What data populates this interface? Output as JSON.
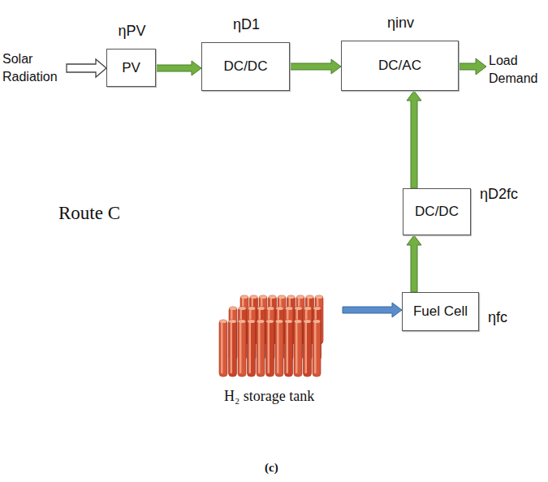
{
  "diagram": {
    "nodes": [
      {
        "text": [
          "PV",
          "ηPV"
        ]
      },
      {
        "text": [
          "DC/DC",
          "ηD1"
        ]
      },
      {
        "text": [
          "DC/AC",
          "ηinv"
        ]
      },
      {
        "text": [
          "DC/DC",
          "ηD2fc"
        ]
      },
      {
        "text": [
          "Fuel Cell",
          "ηfc"
        ]
      },
      {
        "text": [
          "H₂ storage tank"
        ]
      }
    ],
    "edges": [
      {
        "from": 0,
        "to": 1,
        "arrow": "to"
      },
      {
        "from": 1,
        "to": 2,
        "arrow": "to"
      },
      {
        "from": 3,
        "to": 2,
        "arrow": "to"
      },
      {
        "from": 4,
        "to": 3,
        "arrow": "to"
      },
      {
        "from": 5,
        "to": 4,
        "arrow": "to"
      }
    ],
    "labels": [
      "Solar Radiation",
      "Load Demand",
      "Route C",
      "(c)"
    ]
  }
}
